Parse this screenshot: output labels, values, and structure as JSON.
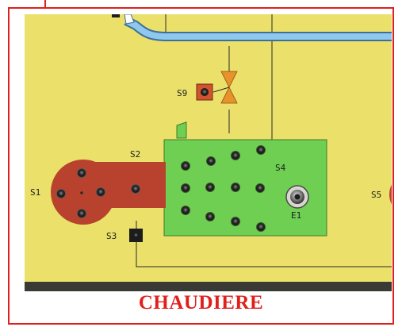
{
  "caption": "CHAUDIERE",
  "labels": {
    "s1": "S1",
    "s2": "S2",
    "s3": "S3",
    "s4": "S4",
    "s5": "S5",
    "s9": "S9",
    "e1": "E1"
  },
  "colors": {
    "border": "#e0201c",
    "panel": "#eae06a",
    "burner": "#b8422e",
    "exchanger": "#6fcf52",
    "pipe": "#8ec8ee",
    "valve": "#e8922c"
  }
}
